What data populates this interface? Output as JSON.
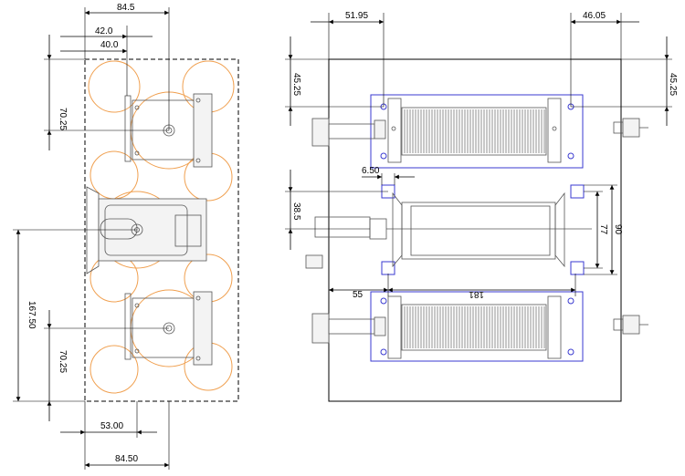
{
  "drawing": {
    "left_view": {
      "dims": {
        "top_84_5": "84.5",
        "top_42_0": "42.0",
        "top_40_0": "40.0",
        "left_70_25_top": "70.25",
        "left_167_50": "167.50",
        "left_70_25_bottom": "70.25",
        "bottom_53_00": "53.00",
        "bottom_84_50": "84.50"
      }
    },
    "right_view": {
      "dims": {
        "top_51_95": "51.95",
        "top_46_05": "46.05",
        "left_45_25": "45.25",
        "right_45_25": "45.25",
        "dim_6_50": "6.50",
        "dim_38_5": "38.5",
        "dim_55": "55",
        "dim_181": "181",
        "dim_77": "77",
        "dim_90": "90"
      }
    },
    "colors": {
      "clearance_circles": "#f0a050",
      "selection_boxes": "#3a3ad0",
      "linework": "#000000"
    }
  }
}
